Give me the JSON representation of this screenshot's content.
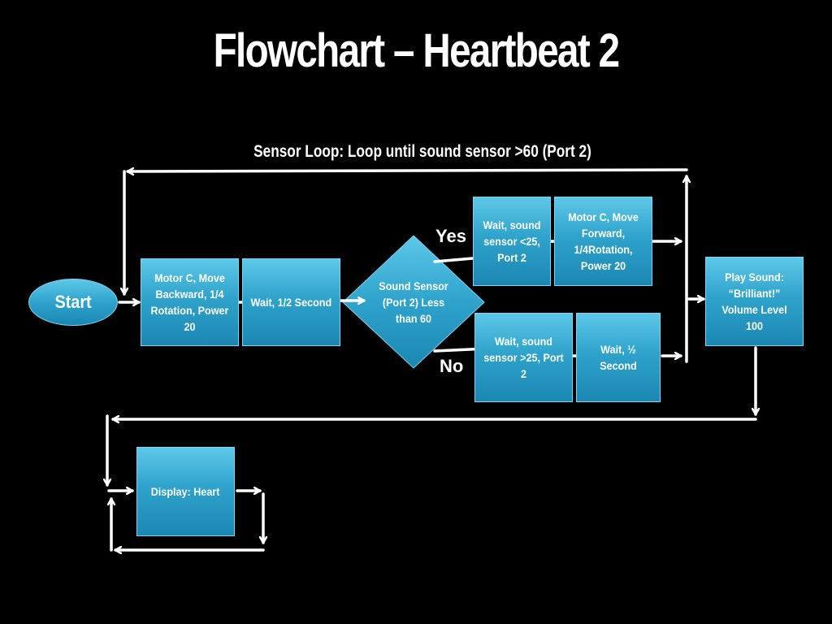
{
  "title": "Flowchart – Heartbeat 2",
  "loop_label": "Sensor Loop: Loop until sound sensor >60 (Port 2)",
  "nodes": {
    "start": "Start",
    "motor_backward": "Motor C, Move Backward, 1/4 Rotation, Power 20",
    "wait_half": "Wait, 1/2 Second",
    "decision": "Sound Sensor (Port 2) Less than 60",
    "wait_sensor_lt25": "Wait, sound sensor <25, Port 2",
    "motor_forward": "Motor C, Move Forward, 1/4Rotation, Power 20",
    "wait_sensor_gt25": "Wait, sound sensor >25, Port  2",
    "wait_half_b": "Wait, ½ Second",
    "play_sound": "Play Sound: “Brilliant!” Volume Level 100",
    "display_heart": "Display: Heart"
  },
  "branches": {
    "yes": "Yes",
    "no": "No"
  },
  "colors": {
    "background": "#000000",
    "box_fill": "#2ea3cc",
    "box_highlight": "#5ec8e8",
    "arrow": "#ffffff",
    "text": "#ffffff"
  }
}
